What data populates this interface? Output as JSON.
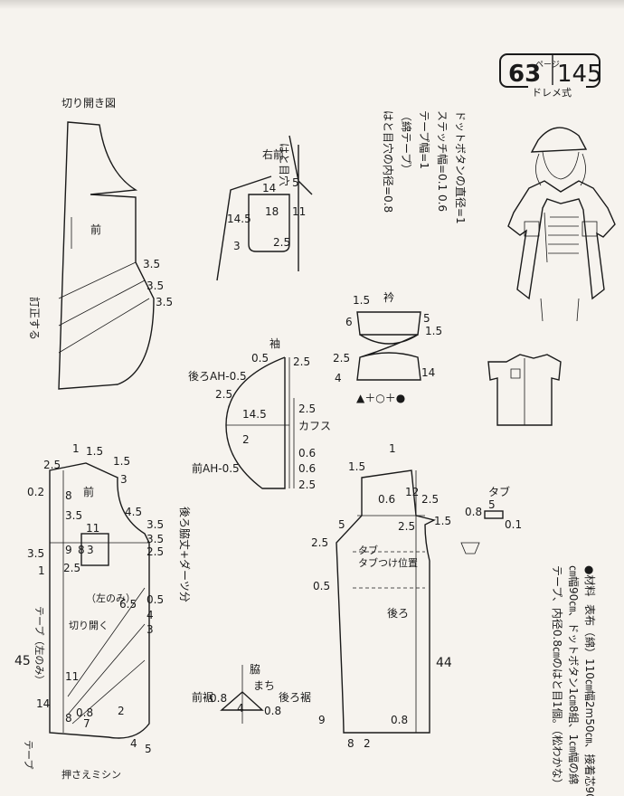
{
  "badge": {
    "page_number": "63",
    "page_suffix": "ページ",
    "pattern_number": "145",
    "method": "ドレメ式"
  },
  "notes": {
    "dot_button": "ドットボタンの直径=1",
    "stitch_width": "ステッチ幅=0.1 0.6",
    "tape_width": "テープ幅=1",
    "tape_type": "（綿テープ）",
    "eyelet": "はと目穴の内径=0.8"
  },
  "materials": {
    "heading": "●材料",
    "line1": "表布（綿）110㎝幅2m50㎝、接着芯90",
    "line2": "㎝幅90㎝、ドットボタン1㎝8組、1㎝幅の綿",
    "line3": "テープ、内径0.8㎝のはと目1個。（松わかな）"
  },
  "labels": {
    "kirihiraki_zu": "切り開き図",
    "mae": "前",
    "ushiro": "後ろ",
    "kata_mae": "右前",
    "hatome": "はと目穴",
    "eri": "衿",
    "sode": "袖",
    "cuffs": "カフス",
    "ushiro_ah": "後ろAH-0.5",
    "mae_ah": "前AH-0.5",
    "mae_kata": "前",
    "hidari_nomi": "（左のみ）",
    "kirihiraku": "切り開く",
    "tape_hidari": "テープ（左のみ）",
    "oshie_mishin": "押さえミシン",
    "tape": "テープ",
    "tuck_note": "後ろ脇丈+ダーツ分",
    "tab": "タブ",
    "tab_position": "タブつけ位置",
    "tab2": "タブ",
    "waki": "脇",
    "machi": "まち",
    "mae_suso": "前裾",
    "ushiro_suso": "後ろ裾",
    "shusei": "訂正する"
  },
  "dims": {
    "d35a": "3.5",
    "d35b": "3.5",
    "d35c": "3.5",
    "d14": "14",
    "d18": "18",
    "d145": "14.5",
    "d3": "3",
    "d25": "2.5",
    "d5": "5",
    "d11": "11",
    "e15": "1.5",
    "e6": "6",
    "e5": "5",
    "e15b": "1.5",
    "e25": "2.5",
    "e4": "4",
    "e14": "14",
    "s05": "0.5",
    "s25": "2.5",
    "s145": "14.5",
    "s2": "2",
    "s25b": "2.5",
    "s06": "0.6",
    "s06b": "0.6",
    "s25c": "2.5",
    "s25d": "2.5",
    "f1": "1",
    "f15": "1.5",
    "f25": "2.5",
    "f15b": "1.5",
    "f3": "3",
    "f02": "0.2",
    "f8": "8",
    "f35": "3.5",
    "f11": "11",
    "f45a": "4.5",
    "f35b": "3.5",
    "f35c": "3.5",
    "f25b": "2.5",
    "f9": "9",
    "f8b": "8",
    "f3b": "3",
    "f25c": "2.5",
    "f1b": "1",
    "f35d": "3.5",
    "f05": "0.5",
    "f65": "6.5",
    "f4": "4",
    "f3c": "3",
    "f45": "45",
    "f14": "14",
    "f8c": "8",
    "f08": "0.8",
    "f7": "7",
    "f2": "2",
    "f4b": "4",
    "f5": "5",
    "f11b": "11",
    "b1": "1",
    "b15": "1.5",
    "b06": "0.6",
    "b12": "12",
    "b25": "2.5",
    "b15b": "1.5",
    "b5": "5",
    "b25b": "2.5",
    "b25c": "2.5",
    "b05": "0.5",
    "b44": "44",
    "b9": "9",
    "b8": "8",
    "b2": "2",
    "b08": "0.8",
    "t08": "0.8",
    "t5": "5",
    "t01": "0.1",
    "m08": "0.8",
    "m4": "4",
    "m08b": "0.8"
  },
  "legend_symbols": "▲＋○＋●"
}
